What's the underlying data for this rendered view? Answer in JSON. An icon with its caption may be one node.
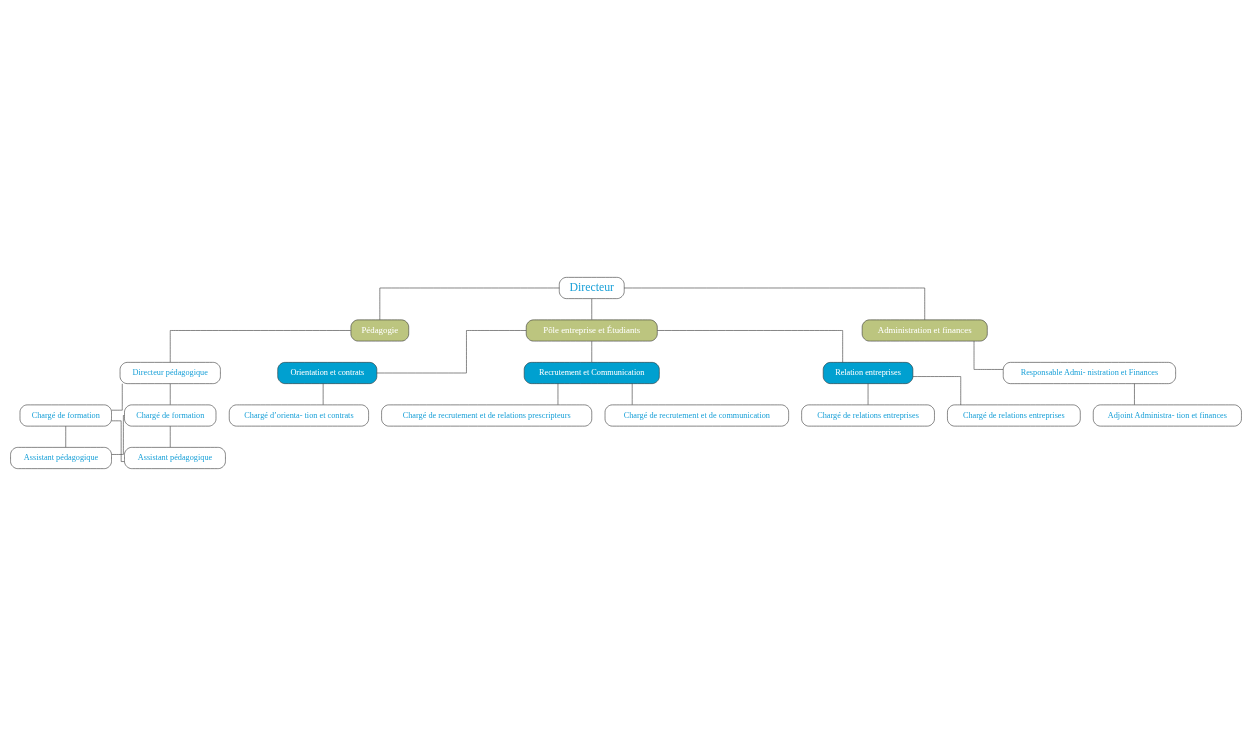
{
  "diagram": {
    "nodes": [
      {
        "text": [
          "Directeur"
        ]
      },
      {
        "text": [
          "Pédagogie"
        ]
      },
      {
        "text": [
          "Pôle entreprise et Étudiants"
        ]
      },
      {
        "text": [
          "Administration et finances"
        ]
      },
      {
        "text": [
          "Directeur pédagogique"
        ]
      },
      {
        "text": [
          "Chargé de formation"
        ]
      },
      {
        "text": [
          "Chargé de formation"
        ]
      },
      {
        "text": [
          "Assistant pédagogique"
        ]
      },
      {
        "text": [
          "Assistant pédagogique"
        ]
      },
      {
        "text": [
          "Orientation et contrats"
        ]
      },
      {
        "text": [
          "Recrutement et Communication"
        ]
      },
      {
        "text": [
          "Relation entreprises"
        ]
      },
      {
        "text": [
          "Chargé d’orienta- tion et contrats"
        ]
      },
      {
        "text": [
          "Chargé de recrutement et de communication"
        ]
      },
      {
        "text": [
          "Chargé de recrutement et de relations prescripteurs"
        ]
      },
      {
        "text": [
          "Chargé de relations entreprises"
        ]
      },
      {
        "text": [
          "Chargé de relations entreprises"
        ]
      },
      {
        "text": [
          "Responsable Admi- nistration et Finances"
        ]
      },
      {
        "text": [
          "Adjoint Administra- tion et finances"
        ]
      }
    ],
    "edges": [
      {
        "from": 0,
        "to": 1,
        "arrow": "none"
      },
      {
        "from": 0,
        "to": 2,
        "arrow": "none"
      },
      {
        "from": 0,
        "to": 3,
        "arrow": "none"
      },
      {
        "from": 1,
        "to": 4,
        "arrow": "none"
      },
      {
        "from": 4,
        "to": 5,
        "arrow": "none"
      },
      {
        "from": 4,
        "to": 6,
        "arrow": "none"
      },
      {
        "from": 5,
        "to": 7,
        "arrow": "none"
      },
      {
        "from": 5,
        "to": 8,
        "arrow": "none"
      },
      {
        "from": 6,
        "to": 7,
        "arrow": "none"
      },
      {
        "from": 6,
        "to": 8,
        "arrow": "none"
      },
      {
        "from": 2,
        "to": 9,
        "arrow": "none"
      },
      {
        "from": 2,
        "to": 10,
        "arrow": "none"
      },
      {
        "from": 2,
        "to": 11,
        "arrow": "none"
      },
      {
        "from": 9,
        "to": 12,
        "arrow": "none"
      },
      {
        "from": 10,
        "to": 13,
        "arrow": "none"
      },
      {
        "from": 10,
        "to": 14,
        "arrow": "none"
      },
      {
        "from": 11,
        "to": 15,
        "arrow": "none"
      },
      {
        "from": 11,
        "to": 16,
        "arrow": "none"
      },
      {
        "from": 3,
        "to": 17,
        "arrow": "none"
      },
      {
        "from": 17,
        "to": 18,
        "arrow": "none"
      }
    ]
  }
}
